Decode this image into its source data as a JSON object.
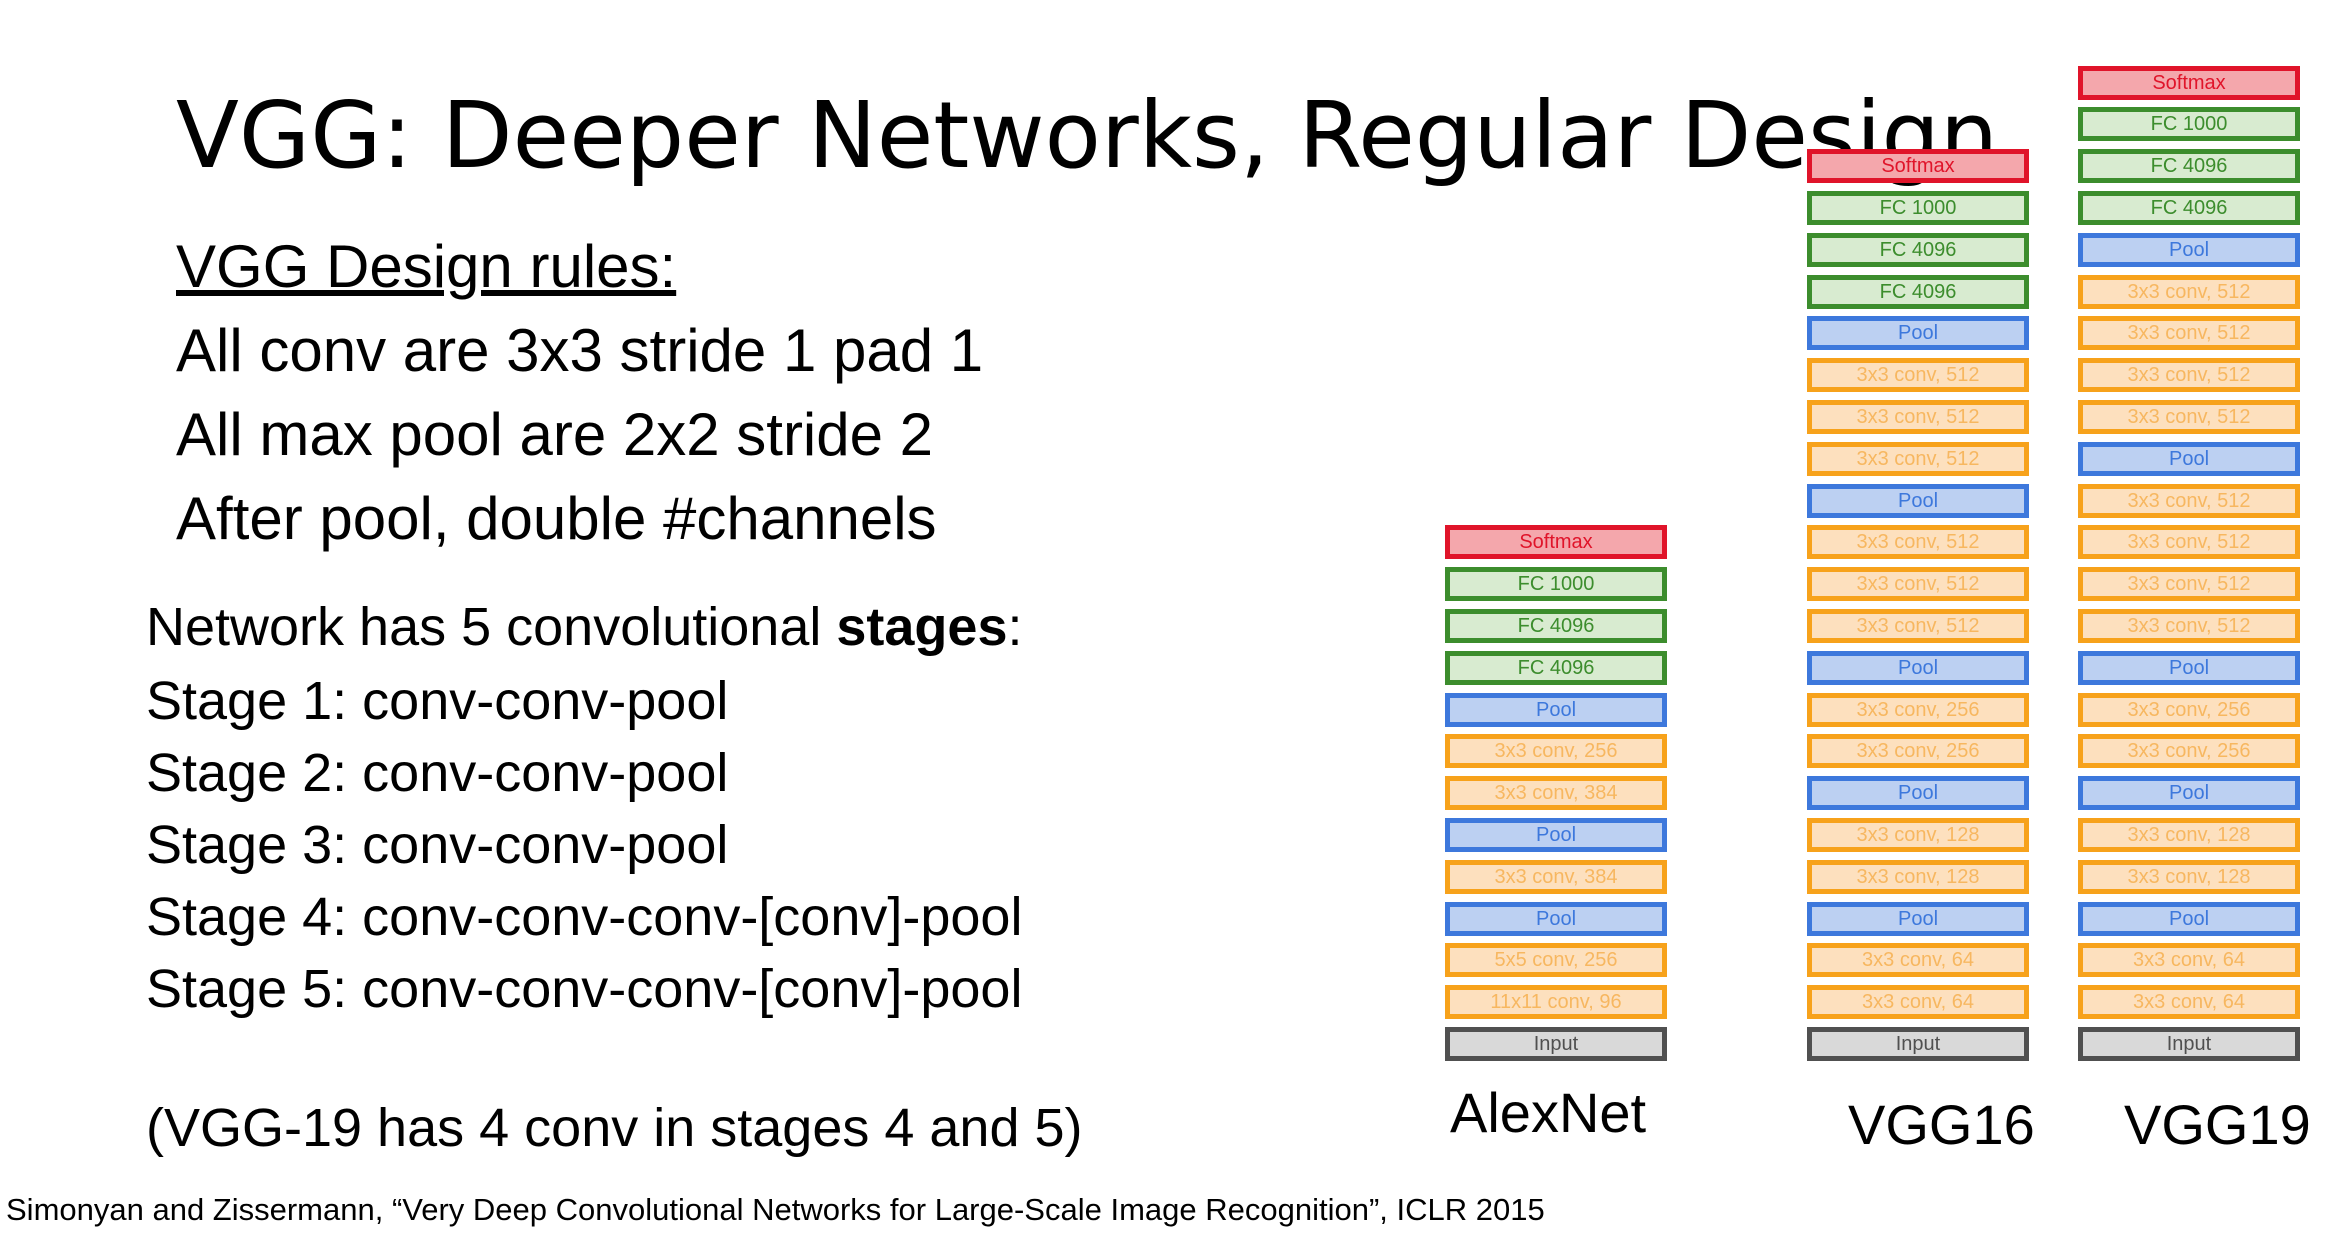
{
  "title": "VGG: Deeper Networks, Regular Design",
  "rules": {
    "heading": "VGG Design rules:",
    "items": [
      "All conv are 3x3 stride 1 pad 1",
      "All max pool are 2x2 stride 2",
      "After pool, double #channels"
    ]
  },
  "stages": {
    "intro_prefix": "Network has 5 convolutional ",
    "intro_bold": "stages",
    "intro_suffix": ":",
    "items": [
      "Stage 1: conv-conv-pool",
      "Stage 2: conv-conv-pool",
      "Stage 3: conv-conv-pool",
      "Stage 4: conv-conv-conv-[conv]-pool",
      "Stage 5: conv-conv-conv-[conv]-pool"
    ],
    "note": "(VGG-19 has 4 conv in stages 4 and 5)"
  },
  "citation": "Simonyan and Zissermann, “Very Deep Convolutional Networks for Large-Scale Image Recognition”, ICLR 2015",
  "colors": {
    "softmax": "#e0142a",
    "fc": "#3c8d2d",
    "pool": "#3d78dc",
    "conv": "#f7a21b",
    "input": "#505050"
  },
  "networks": [
    {
      "name": "AlexNet",
      "layers_top_to_bottom": [
        {
          "type": "softmax",
          "label": "Softmax"
        },
        {
          "type": "fc",
          "label": "FC 1000"
        },
        {
          "type": "fc",
          "label": "FC 4096"
        },
        {
          "type": "fc",
          "label": "FC 4096"
        },
        {
          "type": "pool",
          "label": "Pool"
        },
        {
          "type": "conv",
          "label": "3x3 conv, 256"
        },
        {
          "type": "conv",
          "label": "3x3 conv, 384"
        },
        {
          "type": "pool",
          "label": "Pool"
        },
        {
          "type": "conv",
          "label": "3x3 conv, 384"
        },
        {
          "type": "pool",
          "label": "Pool"
        },
        {
          "type": "conv",
          "label": "5x5 conv, 256"
        },
        {
          "type": "conv",
          "label": "11x11 conv, 96"
        },
        {
          "type": "input",
          "label": "Input"
        }
      ]
    },
    {
      "name": "VGG16",
      "layers_top_to_bottom": [
        {
          "type": "softmax",
          "label": "Softmax"
        },
        {
          "type": "fc",
          "label": "FC 1000"
        },
        {
          "type": "fc",
          "label": "FC 4096"
        },
        {
          "type": "fc",
          "label": "FC 4096"
        },
        {
          "type": "pool",
          "label": "Pool"
        },
        {
          "type": "conv",
          "label": "3x3 conv, 512"
        },
        {
          "type": "conv",
          "label": "3x3 conv, 512"
        },
        {
          "type": "conv",
          "label": "3x3 conv, 512"
        },
        {
          "type": "pool",
          "label": "Pool"
        },
        {
          "type": "conv",
          "label": "3x3 conv, 512"
        },
        {
          "type": "conv",
          "label": "3x3 conv, 512"
        },
        {
          "type": "conv",
          "label": "3x3 conv, 512"
        },
        {
          "type": "pool",
          "label": "Pool"
        },
        {
          "type": "conv",
          "label": "3x3 conv, 256"
        },
        {
          "type": "conv",
          "label": "3x3 conv, 256"
        },
        {
          "type": "pool",
          "label": "Pool"
        },
        {
          "type": "conv",
          "label": "3x3 conv, 128"
        },
        {
          "type": "conv",
          "label": "3x3 conv, 128"
        },
        {
          "type": "pool",
          "label": "Pool"
        },
        {
          "type": "conv",
          "label": "3x3 conv, 64"
        },
        {
          "type": "conv",
          "label": "3x3 conv, 64"
        },
        {
          "type": "input",
          "label": "Input"
        }
      ]
    },
    {
      "name": "VGG19",
      "layers_top_to_bottom": [
        {
          "type": "softmax",
          "label": "Softmax"
        },
        {
          "type": "fc",
          "label": "FC 1000"
        },
        {
          "type": "fc",
          "label": "FC 4096"
        },
        {
          "type": "fc",
          "label": "FC 4096"
        },
        {
          "type": "pool",
          "label": "Pool"
        },
        {
          "type": "conv",
          "label": "3x3 conv, 512"
        },
        {
          "type": "conv",
          "label": "3x3 conv, 512"
        },
        {
          "type": "conv",
          "label": "3x3 conv, 512"
        },
        {
          "type": "conv",
          "label": "3x3 conv, 512"
        },
        {
          "type": "pool",
          "label": "Pool"
        },
        {
          "type": "conv",
          "label": "3x3 conv, 512"
        },
        {
          "type": "conv",
          "label": "3x3 conv, 512"
        },
        {
          "type": "conv",
          "label": "3x3 conv, 512"
        },
        {
          "type": "conv",
          "label": "3x3 conv, 512"
        },
        {
          "type": "pool",
          "label": "Pool"
        },
        {
          "type": "conv",
          "label": "3x3 conv, 256"
        },
        {
          "type": "conv",
          "label": "3x3 conv, 256"
        },
        {
          "type": "pool",
          "label": "Pool"
        },
        {
          "type": "conv",
          "label": "3x3 conv, 128"
        },
        {
          "type": "conv",
          "label": "3x3 conv, 128"
        },
        {
          "type": "pool",
          "label": "Pool"
        },
        {
          "type": "conv",
          "label": "3x3 conv, 64"
        },
        {
          "type": "conv",
          "label": "3x3 conv, 64"
        },
        {
          "type": "input",
          "label": "Input"
        }
      ]
    }
  ]
}
